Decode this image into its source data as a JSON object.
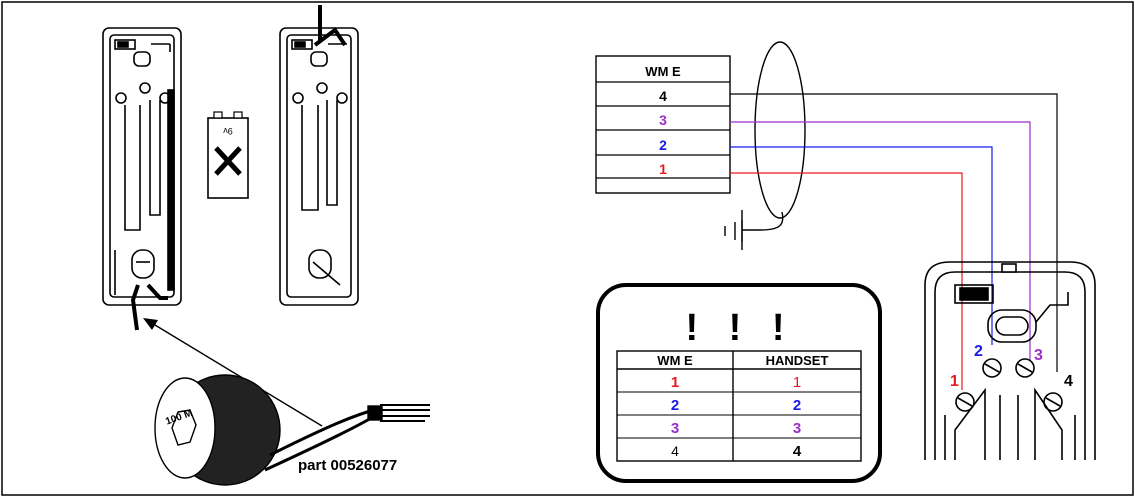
{
  "diagram": {
    "wme_header": "WM E",
    "wme_terminals": [
      {
        "label": "4",
        "color": "#000000"
      },
      {
        "label": "3",
        "color": "#9b30c8"
      },
      {
        "label": "2",
        "color": "#1a1ae6"
      },
      {
        "label": "1",
        "color": "#e61a1a"
      }
    ],
    "warning_marks": "! ! !",
    "mapping_table": {
      "headers": [
        "WM E",
        "HANDSET"
      ],
      "rows": [
        {
          "wme": "1",
          "handset": "1",
          "color": "#e61a1a"
        },
        {
          "wme": "2",
          "handset": "2",
          "color": "#1a1ae6"
        },
        {
          "wme": "3",
          "handset": "3",
          "color": "#9b30c8"
        },
        {
          "wme": "4",
          "handset": "4",
          "color": "#000000"
        }
      ]
    },
    "handset_labels": {
      "t1": "1",
      "t2": "2",
      "t3": "3",
      "t4": "4"
    },
    "battery_label": "9v",
    "cable_spool_label": "100 M",
    "part_label": "part 00526077"
  }
}
